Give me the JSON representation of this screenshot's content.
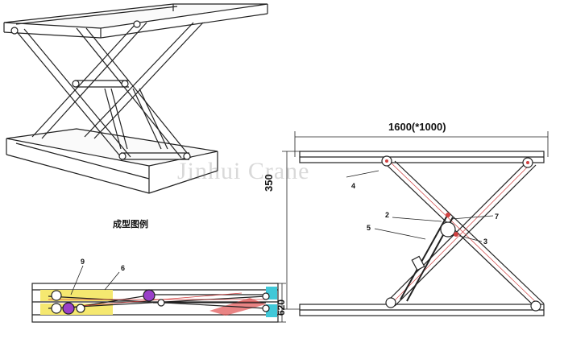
{
  "caption": "成型图例",
  "watermark": "Jinhui Crane",
  "dimensions": {
    "width": "1600(*1000)",
    "height": "350",
    "closed_height": "620"
  },
  "callouts": {
    "c2": "2",
    "c3": "3",
    "c4": "4",
    "c5": "5",
    "c6": "6",
    "c7": "7",
    "c9": "9"
  },
  "colors": {
    "line": "#222222",
    "hidden_line": "#d04040",
    "top_view_fill": "#f5e870",
    "cyan_fill": "#40c8d8",
    "pivot_fill": "#9a40c8",
    "hatch_fill": "#e05050"
  }
}
